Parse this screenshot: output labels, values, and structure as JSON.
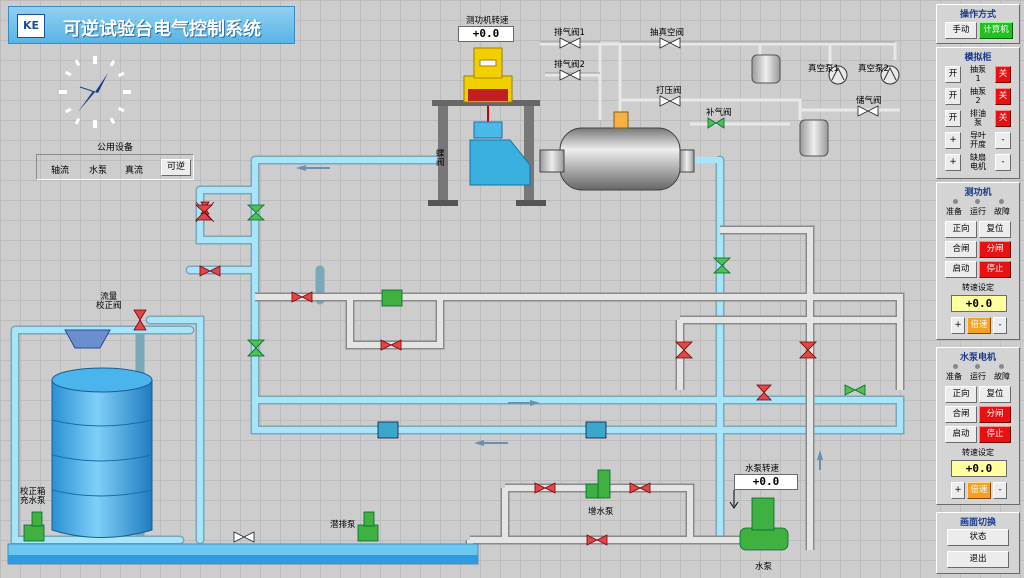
{
  "header": {
    "logo": "KE",
    "title": "可逆试验台电气控制系统"
  },
  "facility": {
    "label": "公用设备",
    "items": [
      "轴流",
      "水泵",
      "真流"
    ],
    "reverse_label": "可逆"
  },
  "dyn_speed": {
    "label": "测功机转速",
    "value": "+0.0"
  },
  "pump_speed": {
    "label": "水泵转速",
    "value": "+0.0"
  },
  "labels": {
    "exhaust1": "排气阀1",
    "exhaust2": "排气阀2",
    "vacuum_valve": "抽真空阀",
    "pressure_valve": "打压阀",
    "makeup_valve": "补气阀",
    "vac_pump1": "真空泵1",
    "vac_pump2": "真空泵2",
    "bleed_valve": "储气阀",
    "ball_valve": "蝶阀",
    "flow_valve": "流量\n校正阀",
    "calib_pump": "校正箱\n充水泵",
    "drain_pump": "潜排泵",
    "booster": "增水泵",
    "water_pump": "水泵"
  },
  "panel": {
    "mode": {
      "title": "操作方式",
      "manual": "手动",
      "computer": "计算机"
    },
    "cabinet": {
      "title": "模拟柜",
      "rows": [
        {
          "open": "开",
          "label": "抽泵\n1",
          "state": "关"
        },
        {
          "open": "开",
          "label": "抽泵\n2",
          "state": "关"
        },
        {
          "open": "开",
          "label": "排油\n泵",
          "state": "关"
        },
        {
          "open": "+",
          "label": "导叶\n开度",
          "state": "-"
        },
        {
          "open": "+",
          "label": "缺扇\n电机",
          "state": "-"
        }
      ]
    },
    "dyn": {
      "title": "测功机",
      "status": [
        "准备",
        "运行",
        "故障"
      ],
      "forward": "正向",
      "reset": "复位",
      "close": "合闸",
      "trip": "分闸",
      "start": "启动",
      "stop": "停止",
      "speed_label": "转速设定",
      "speed_value": "+0.0",
      "plus": "+",
      "mult": "倍速",
      "minus": "-"
    },
    "pump": {
      "title": "水泵电机",
      "status": [
        "准备",
        "运行",
        "故障"
      ],
      "forward": "正向",
      "reset": "复位",
      "close": "合闸",
      "trip": "分闸",
      "start": "启动",
      "stop": "停止",
      "speed_label": "转速设定",
      "speed_value": "+0.0",
      "plus": "+",
      "mult": "倍速",
      "minus": "-"
    },
    "screen": {
      "title": "画面切换",
      "status": "状态",
      "exit": "退出"
    }
  },
  "colors": {
    "pipe": "#a8e0f8",
    "pipe_gray": "#c8c8c8",
    "valve_red": "#e04040",
    "valve_green": "#40b040",
    "tank": "#3aa8e8"
  }
}
